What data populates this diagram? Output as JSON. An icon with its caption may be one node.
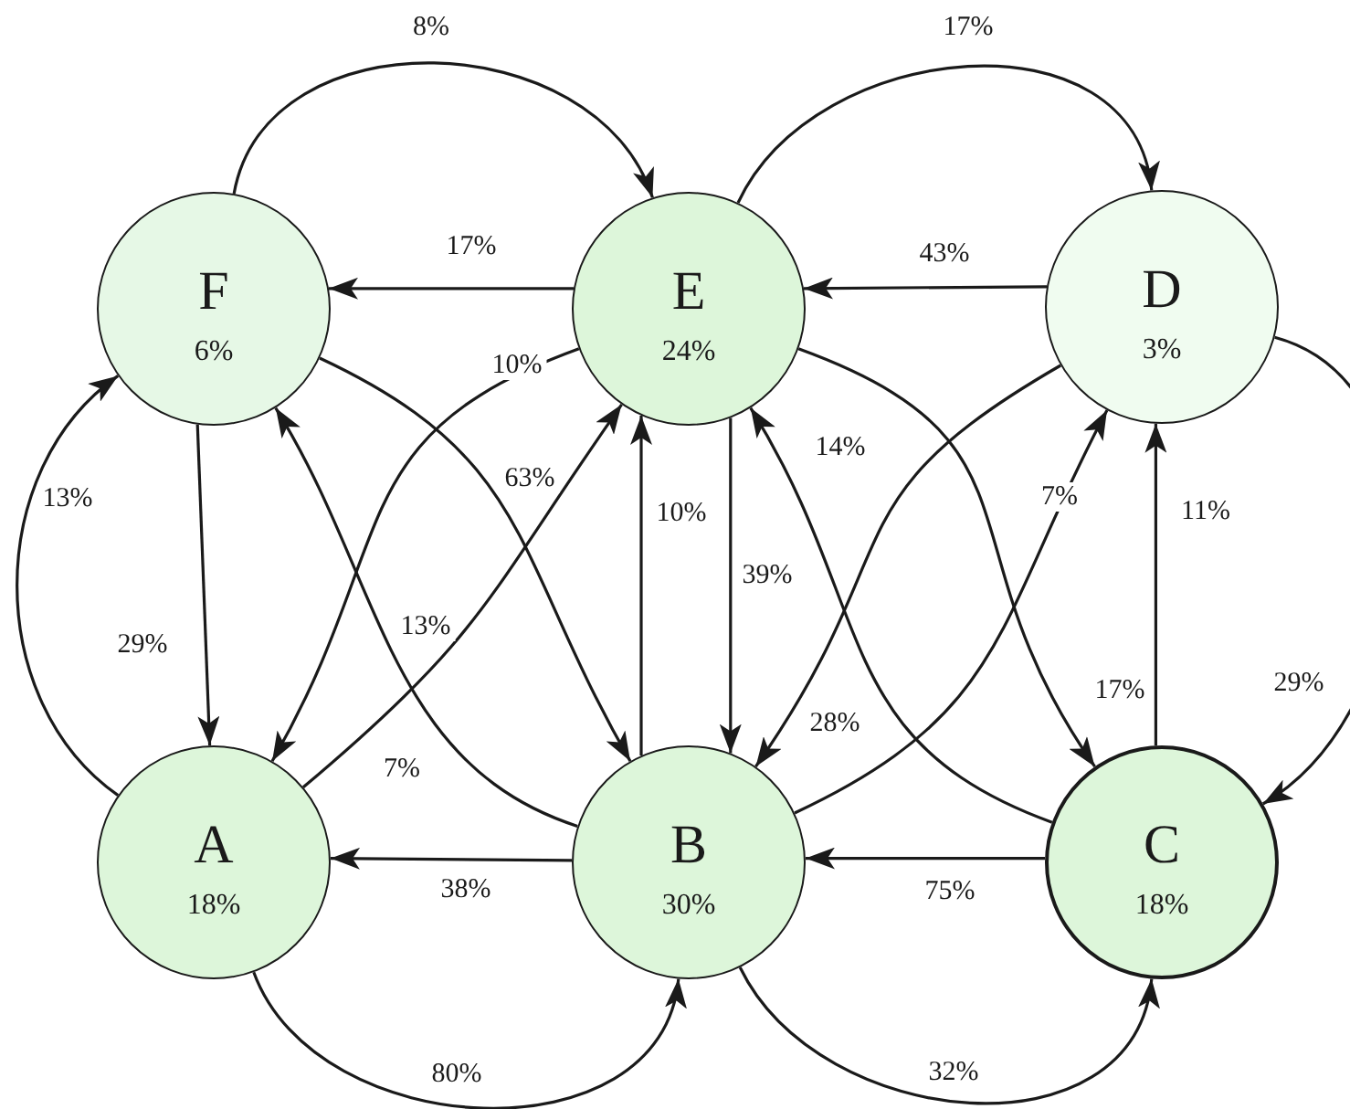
{
  "diagram": {
    "nodes": [
      {
        "text": [
          "F",
          "6%"
        ]
      },
      {
        "text": [
          "E",
          "24%"
        ]
      },
      {
        "text": [
          "D",
          "3%"
        ]
      },
      {
        "text": [
          "A",
          "18%"
        ]
      },
      {
        "text": [
          "B",
          "30%"
        ]
      },
      {
        "text": [
          "C",
          "18%"
        ]
      }
    ],
    "edges": [
      {
        "from": 0,
        "to": 1,
        "arrow": "to",
        "label": "8%"
      },
      {
        "from": 1,
        "to": 0,
        "arrow": "to",
        "label": "17%"
      },
      {
        "from": 1,
        "to": 2,
        "arrow": "to",
        "label": "17%"
      },
      {
        "from": 2,
        "to": 1,
        "arrow": "to",
        "label": "43%"
      },
      {
        "from": 0,
        "to": 3,
        "arrow": "to",
        "label": "29%"
      },
      {
        "from": 3,
        "to": 0,
        "arrow": "to",
        "label": "13%"
      },
      {
        "from": 0,
        "to": 4,
        "arrow": "to",
        "label": "63%"
      },
      {
        "from": 1,
        "to": 3,
        "arrow": "to",
        "label": "10%"
      },
      {
        "from": 3,
        "to": 1,
        "arrow": "to",
        "label": "7%"
      },
      {
        "from": 4,
        "to": 0,
        "arrow": "to",
        "label": "13%"
      },
      {
        "from": 4,
        "to": 1,
        "arrow": "to",
        "label": "10%"
      },
      {
        "from": 1,
        "to": 4,
        "arrow": "to",
        "label": "39%"
      },
      {
        "from": 4,
        "to": 3,
        "arrow": "to",
        "label": "38%"
      },
      {
        "from": 3,
        "to": 4,
        "arrow": "to",
        "label": "80%"
      },
      {
        "from": 1,
        "to": 5,
        "arrow": "to",
        "label": "17%"
      },
      {
        "from": 5,
        "to": 1,
        "arrow": "to",
        "label": "14%"
      },
      {
        "from": 2,
        "to": 4,
        "arrow": "to",
        "label": "28%"
      },
      {
        "from": 4,
        "to": 2,
        "arrow": "to",
        "label": "7%"
      },
      {
        "from": 5,
        "to": 2,
        "arrow": "to",
        "label": "11%"
      },
      {
        "from": 2,
        "to": 5,
        "arrow": "to",
        "label": "29%"
      },
      {
        "from": 5,
        "to": 4,
        "arrow": "to",
        "label": "75%"
      },
      {
        "from": 4,
        "to": 5,
        "arrow": "to",
        "label": "32%"
      }
    ]
  }
}
